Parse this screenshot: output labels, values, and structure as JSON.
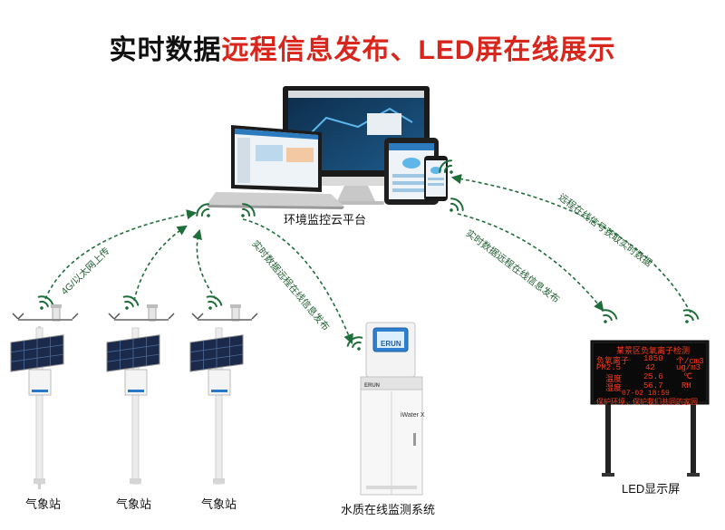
{
  "title": {
    "part1": "实时数据",
    "part2": "远程信息发布、LED屏在线展示"
  },
  "nodes": {
    "cloud_platform": "环境监控云平台",
    "weather_station_1": "气象站",
    "weather_station_2": "气象站",
    "weather_station_3": "气象站",
    "water_system": "水质在线监测系统",
    "led_screen": "LED显示屏"
  },
  "flows": {
    "uplink": "4G/以太网上传",
    "to_water": "实时数据远程在线信息发布",
    "to_led": "实时数据远程在线信息发布",
    "from_led": "远程在线信号获取实时数据"
  },
  "devices": {
    "water_brand": "ERUN",
    "water_model": "iWater X"
  },
  "led_display": {
    "heading": "某景区负氧离子检测",
    "rows": [
      {
        "name": "负氧离子",
        "value": "1850",
        "unit": "个/cm3"
      },
      {
        "name": "PM2.5",
        "value": "42",
        "unit": "ug/m3"
      },
      {
        "name": "温度",
        "value": "25.6",
        "unit": "℃"
      },
      {
        "name": "湿度",
        "value": "56.7",
        "unit": "RH"
      }
    ],
    "datetime": "07-02 18:59",
    "slogan": "保护环境，保护我们共同的家园"
  },
  "colors": {
    "accent_red": "#d9261c",
    "flow_green": "#1f6e3a",
    "led_red": "#ff3a1a"
  }
}
